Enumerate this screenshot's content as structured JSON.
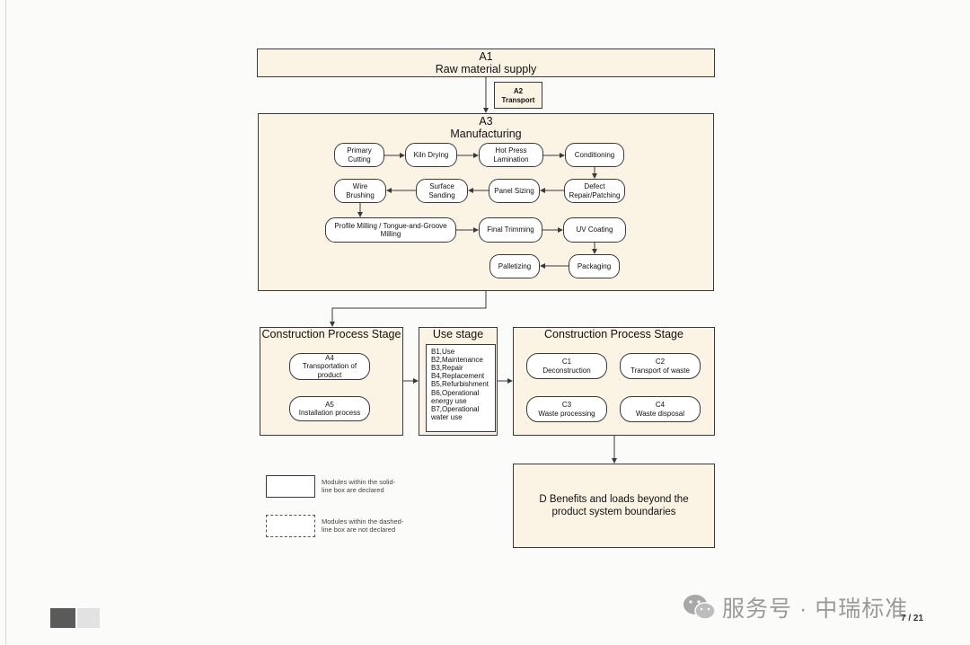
{
  "a1": {
    "code": "A1",
    "label": "Raw material supply"
  },
  "a2": {
    "code": "A2",
    "label": "Transport"
  },
  "a3": {
    "code": "A3",
    "label": "Manufacturing",
    "steps": [
      "Primary\nCutting",
      "Kiln Drying",
      "Hot Press\nLamination",
      "Conditioning",
      "Defect\nRepair/Patching",
      "Panel Sizing",
      "Surface\nSanding",
      "Wire\nBrushing",
      "Profile Milling / Tongue-and-Groove\nMilling",
      "Final Trimming",
      "UV Coating",
      "Packaging",
      "Palletizing"
    ]
  },
  "construction_a": {
    "title": "Construction Process Stage",
    "modules": [
      "A4\nTransportation of\nproduct",
      "A5\nInstallation process"
    ]
  },
  "use_stage": {
    "title": "Use stage",
    "items": "B1,Use\nB2,Maintenance\nB3,Repair\nB4,Replacement\nB5,Refurbishment\nB6,Operational\nenergy use\nB7,Operational\nwater use"
  },
  "construction_c": {
    "title": "Construction Process Stage",
    "modules": [
      "C1\nDeconstruction",
      "C2\nTransport of waste",
      "C3\nWaste processing",
      "C4\nWaste disposal"
    ]
  },
  "d": {
    "label": "D Benefits and loads beyond the\nproduct system boundaries"
  },
  "legend": {
    "solid": "Modules within the solid-\nline box are declared",
    "dashed": "Modules within the dashed-\nline box are not declared"
  },
  "watermark": "服务号 · 中瑞标准",
  "page_number": "7 / 21",
  "colors": {
    "box_fill": "#fbf3e4",
    "line": "#3a3a3a",
    "watermark": "#9a9a9a"
  }
}
